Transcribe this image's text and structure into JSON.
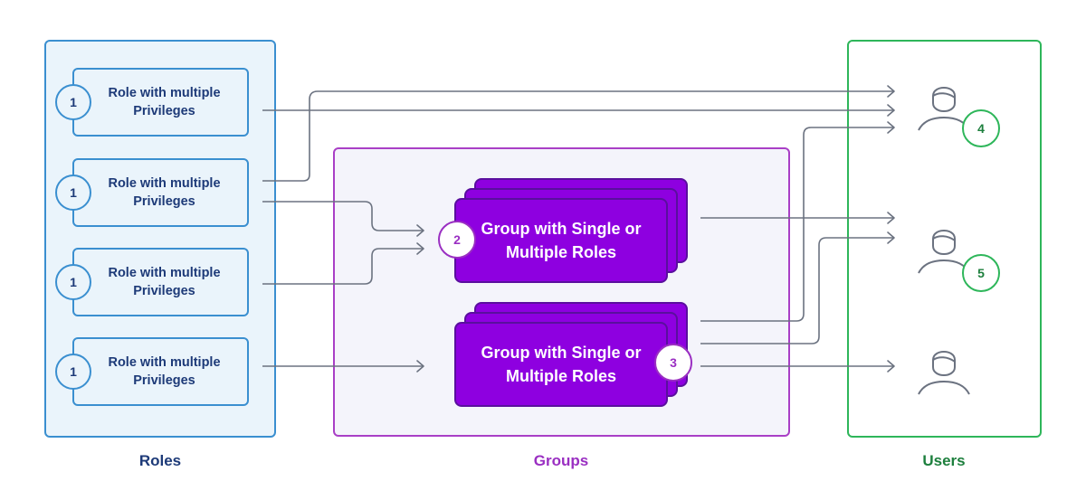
{
  "roles": {
    "title": "Roles",
    "items": [
      {
        "number": "1",
        "label": "Role with multiple Privileges"
      },
      {
        "number": "1",
        "label": "Role with multiple Privileges"
      },
      {
        "number": "1",
        "label": "Role with multiple Privileges"
      },
      {
        "number": "1",
        "label": "Role with multiple Privileges"
      }
    ]
  },
  "groups": {
    "title": "Groups",
    "items": [
      {
        "number": "2",
        "label": "Group with Single or Multiple Roles"
      },
      {
        "number": "3",
        "label": "Group with Single or Multiple Roles"
      }
    ]
  },
  "users": {
    "title": "Users",
    "items": [
      {
        "number": "4",
        "icon": "user-icon"
      },
      {
        "number": "5",
        "icon": "user-icon"
      },
      {
        "number": "",
        "icon": "user-icon"
      }
    ]
  },
  "colors": {
    "roles_accent": "#3a8fd0",
    "roles_text": "#1d3a78",
    "groups_accent": "#9a2fc2",
    "group_fill": "#8e00e0",
    "users_accent": "#2eb65a",
    "connector": "#6b7280"
  }
}
